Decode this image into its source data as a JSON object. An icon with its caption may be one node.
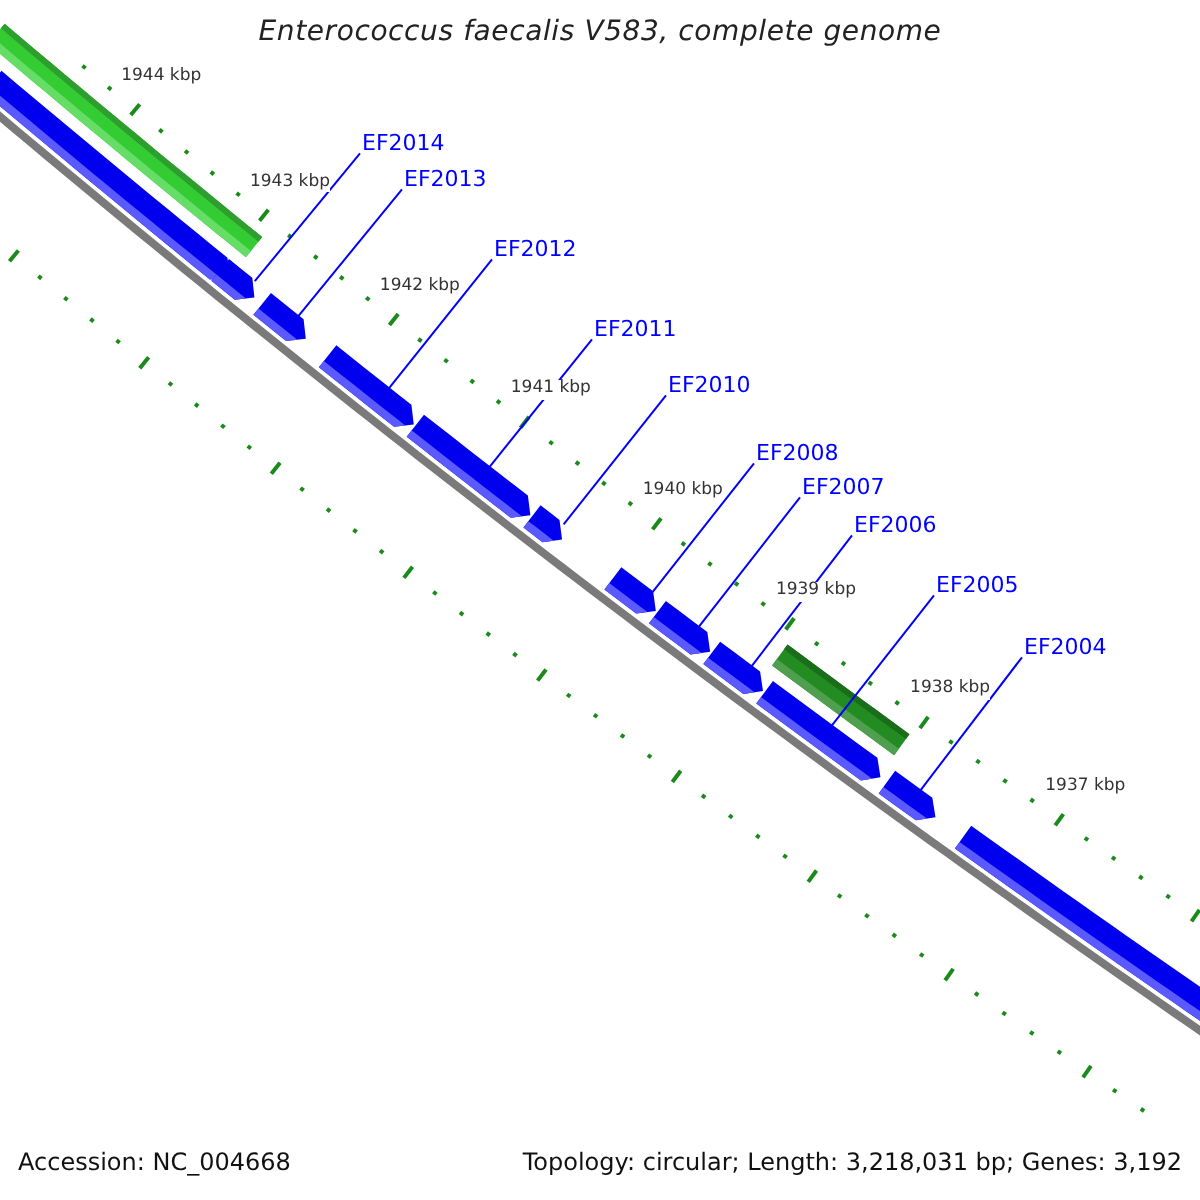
{
  "diagram": {
    "title": "Enterococcus faecalis V583, complete genome",
    "nodes": [
      {
        "text": [],
        "shape": "bar"
      },
      {
        "text": [],
        "shape": "arrow"
      },
      {
        "text": [],
        "shape": "arrow"
      },
      {
        "text": [],
        "shape": "arrow"
      },
      {
        "text": [],
        "shape": "arrow"
      },
      {
        "text": [],
        "shape": "arrow"
      },
      {
        "text": [],
        "shape": "arrow"
      },
      {
        "text": [],
        "shape": "arrow"
      },
      {
        "text": [],
        "shape": "arrow"
      },
      {
        "text": [],
        "shape": "arrow"
      },
      {
        "text": [],
        "shape": "arrow"
      },
      {
        "text": [],
        "shape": "arrow"
      },
      {
        "text": [],
        "shape": "arrow"
      },
      {
        "text": [],
        "shape": "bar"
      },
      {
        "text": [
          "EF2014"
        ]
      },
      {
        "text": [
          "EF2013"
        ]
      },
      {
        "text": [
          "EF2012"
        ]
      },
      {
        "text": [
          "EF2011"
        ]
      },
      {
        "text": [
          "EF2010"
        ]
      },
      {
        "text": [
          "EF2008"
        ]
      },
      {
        "text": [
          "EF2007"
        ]
      },
      {
        "text": [
          "EF2006"
        ]
      },
      {
        "text": [
          "EF2005"
        ]
      },
      {
        "text": [
          "EF2004"
        ]
      }
    ],
    "edges": [
      {
        "from": 14,
        "to": 2,
        "arrow": "none"
      },
      {
        "from": 15,
        "to": 3,
        "arrow": "none"
      },
      {
        "from": 16,
        "to": 4,
        "arrow": "none"
      },
      {
        "from": 17,
        "to": 5,
        "arrow": "none"
      },
      {
        "from": 18,
        "to": 6,
        "arrow": "none"
      },
      {
        "from": 19,
        "to": 7,
        "arrow": "none"
      },
      {
        "from": 20,
        "to": 8,
        "arrow": "none"
      },
      {
        "from": 21,
        "to": 9,
        "arrow": "none"
      },
      {
        "from": 22,
        "to": 10,
        "arrow": "none"
      },
      {
        "from": 23,
        "to": 11,
        "arrow": "none"
      }
    ],
    "labels": [
      "1944 kbp",
      "1943 kbp",
      "1942 kbp",
      "1941 kbp",
      "1940 kbp",
      "1939 kbp",
      "1938 kbp",
      "1937 kbp",
      "Accession: NC_004668",
      "Topology: circular; Length: 3,218,031 bp; Genes: 3,192"
    ]
  }
}
